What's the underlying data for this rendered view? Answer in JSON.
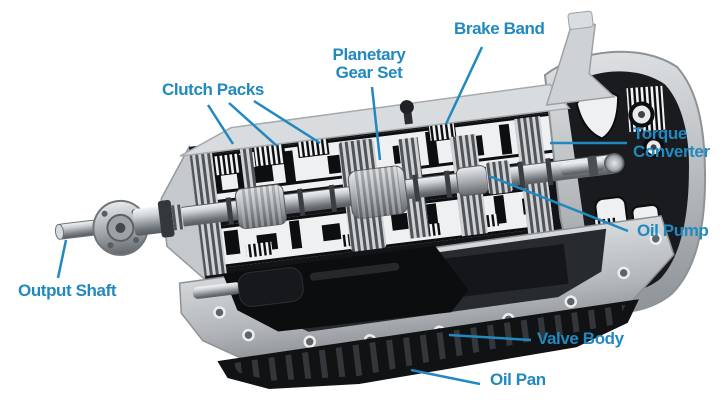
{
  "figure": {
    "accent_color": "#2189bf",
    "labels": {
      "clutch_packs": "Clutch Packs",
      "planetary_gear_set": "Planetary\nGear Set",
      "brake_band": "Brake Band",
      "torque_converter": "Torque\nConverter",
      "oil_pump": "Oil Pump",
      "output_shaft": "Output Shaft",
      "valve_body": "Valve Body",
      "oil_pan": "Oil Pan"
    }
  }
}
